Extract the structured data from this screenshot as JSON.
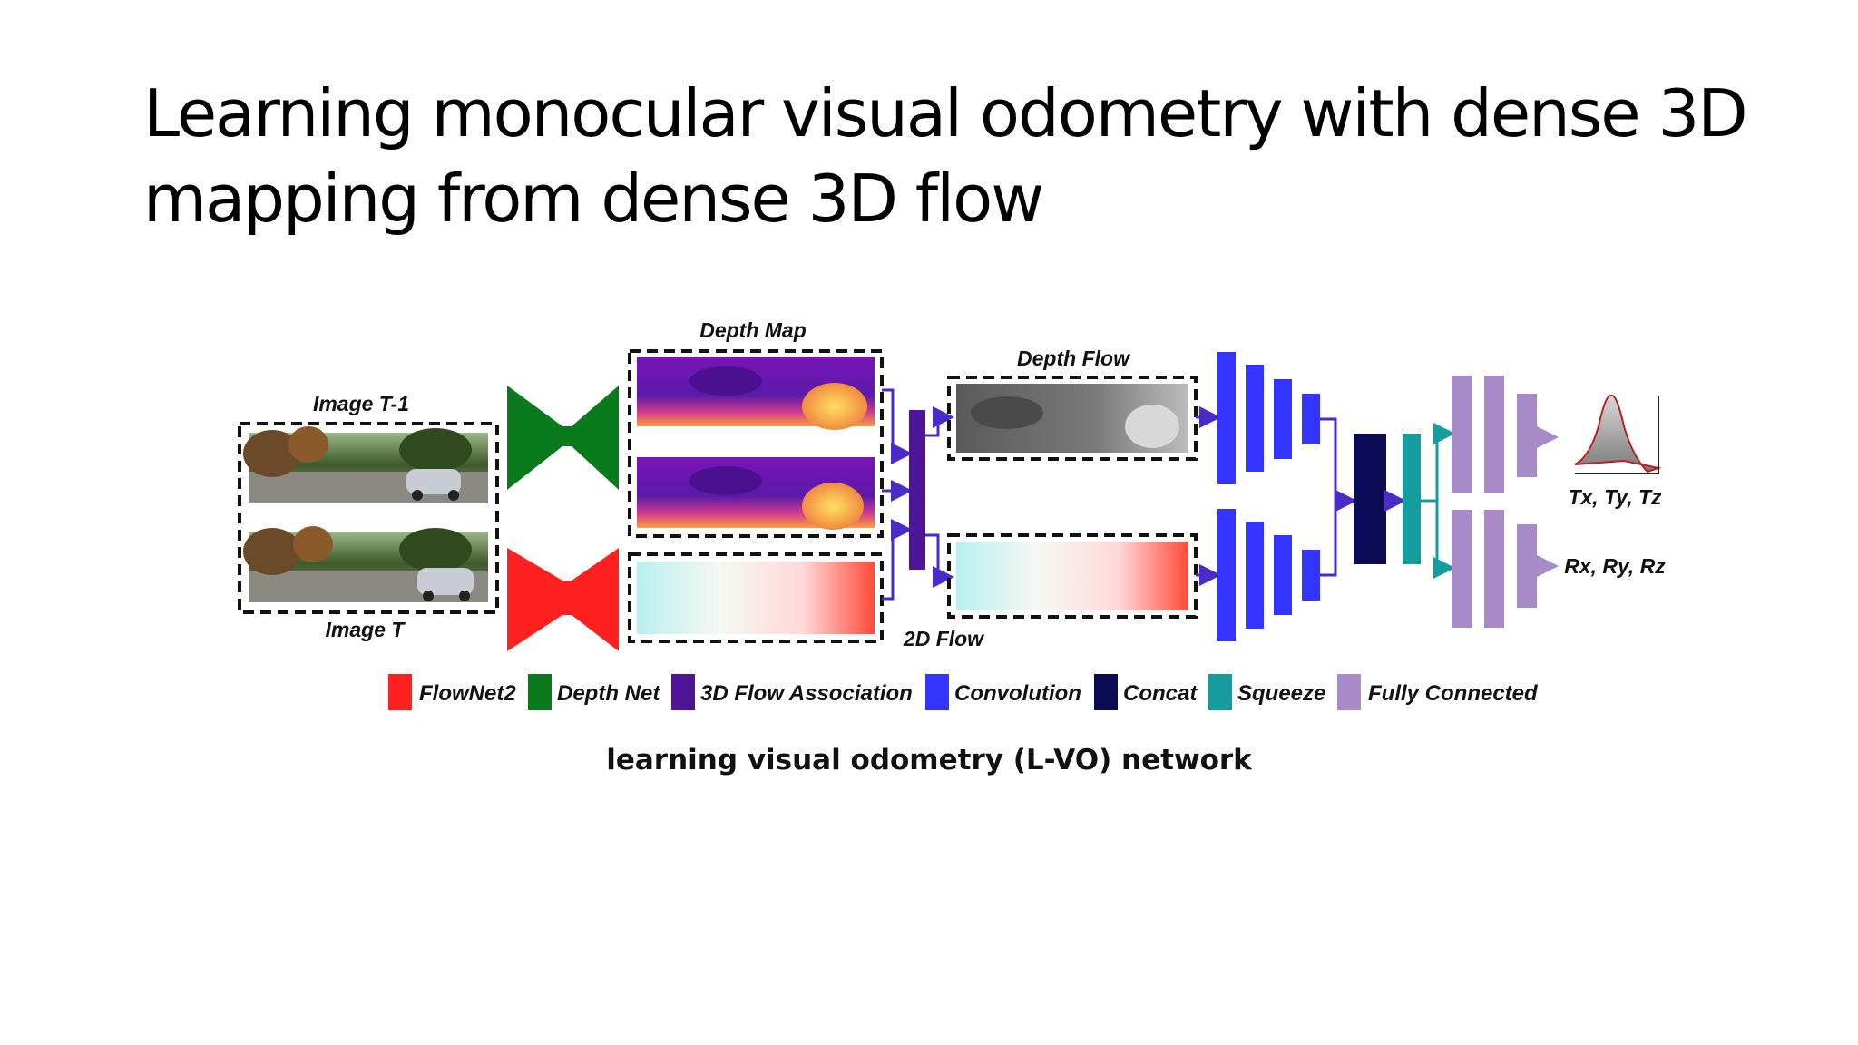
{
  "slide": {
    "title_line1": "Learning monocular visual odometry with dense 3D",
    "title_line2": "mapping from dense 3D flow",
    "caption": "learning visual odometry (L-VO) network"
  },
  "diagram": {
    "labels": {
      "image_prev": "Image T-1",
      "image_curr": "Image T",
      "depth_map": "Depth Map",
      "depth_flow": "Depth Flow",
      "flow_2d": "2D Flow",
      "translation": "Tx, Ty, Tz",
      "rotation": "Rx, Ry, Rz"
    },
    "legend": [
      {
        "label": "FlowNet2",
        "color": "#ff2020"
      },
      {
        "label": "Depth Net",
        "color": "#0b7a1c"
      },
      {
        "label": "3D Flow Association",
        "color": "#4e1696"
      },
      {
        "label": "Convolution",
        "color": "#3434ff"
      },
      {
        "label": "Concat",
        "color": "#0a0a55"
      },
      {
        "label": "Squeeze",
        "color": "#159c9c"
      },
      {
        "label": "Fully Connected",
        "color": "#a98ac8"
      }
    ],
    "colors": {
      "flownet": "#ff2020",
      "depthnet": "#0b7a1c",
      "association": "#4e1696",
      "convolution": "#3434ff",
      "concat": "#0a0a55",
      "squeeze": "#159c9c",
      "fc": "#a98ac8"
    }
  }
}
